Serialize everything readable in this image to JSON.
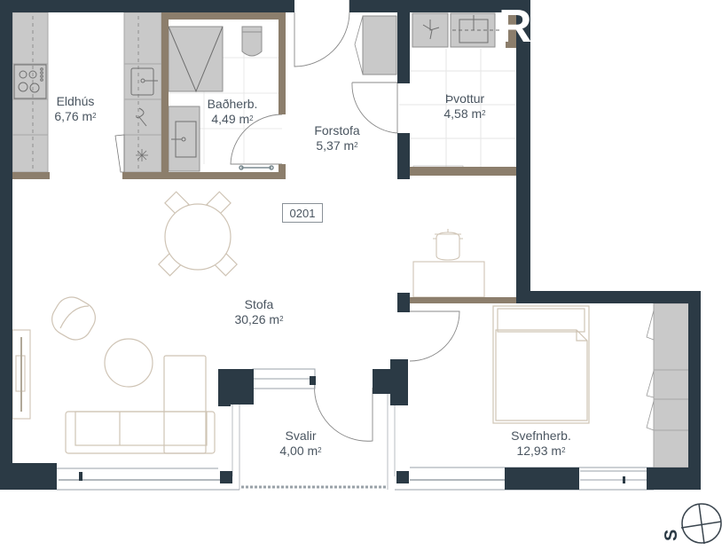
{
  "plan": {
    "unit_number": "0201",
    "logo_letter": "R",
    "area_unit": "m",
    "area_exponent": "2",
    "colors": {
      "exterior_wall": "#2b3a45",
      "interior_wall": "#8c7e6c",
      "fixture_fill": "#c9c9c9",
      "furniture_line": "#cfc4b5",
      "text": "#4a5560",
      "tile_line": "#e6e6e6"
    },
    "rooms": [
      {
        "id": "eldhus",
        "name": "Eldhús",
        "area": "6,76"
      },
      {
        "id": "badherb",
        "name": "Baðherb.",
        "area": "4,49"
      },
      {
        "id": "forstofa",
        "name": "Forstofa",
        "area": "5,37"
      },
      {
        "id": "thvottur",
        "name": "Þvottur",
        "area": "4,58"
      },
      {
        "id": "stofa",
        "name": "Stofa",
        "area": "30,26"
      },
      {
        "id": "svalir",
        "name": "Svalir",
        "area": "4,00"
      },
      {
        "id": "svefnherb",
        "name": "Svefnherb.",
        "area": "12,93"
      }
    ],
    "compass": {
      "label": "S"
    }
  }
}
